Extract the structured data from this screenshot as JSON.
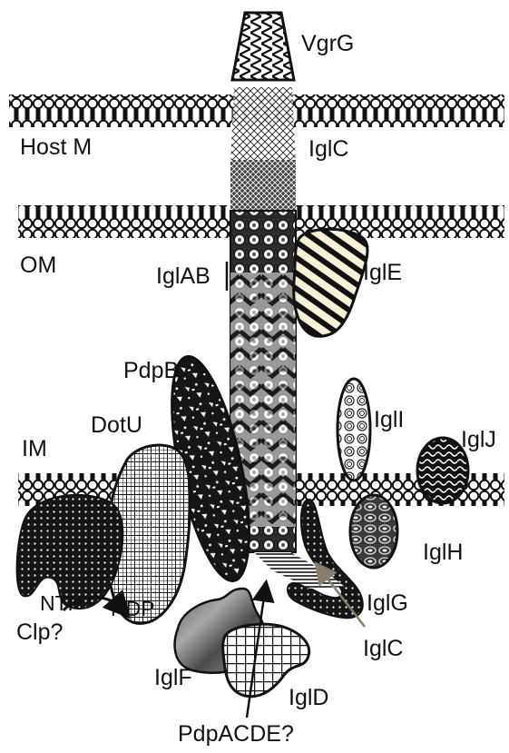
{
  "labels": {
    "vgrg": "VgrG",
    "host_m": "Host M",
    "iglc_top": "IglC",
    "om": "OM",
    "iglab": "IglAB",
    "igle": "IglE",
    "pdpb": "PdpB",
    "dotu": "DotU",
    "im": "IM",
    "igli": "IglI",
    "iglj": "IglJ",
    "iglh": "IglH",
    "iglg": "IglG",
    "iglc_bottom": "IglC",
    "ntp": "NTP",
    "ndp": "NDP",
    "clp": "Clp?",
    "iglf": "IglF",
    "igld": "IglD",
    "pdpacde": "PdpACDE?"
  },
  "colors": {
    "ink": "#111111",
    "membrane_head": "#ffffff",
    "iglf_fill": "#8a8a8a",
    "dark_fill": "#1a1a1a",
    "arrow_brown": "#8b7d6b"
  },
  "membranes": [
    "Host M",
    "OM",
    "IM"
  ]
}
